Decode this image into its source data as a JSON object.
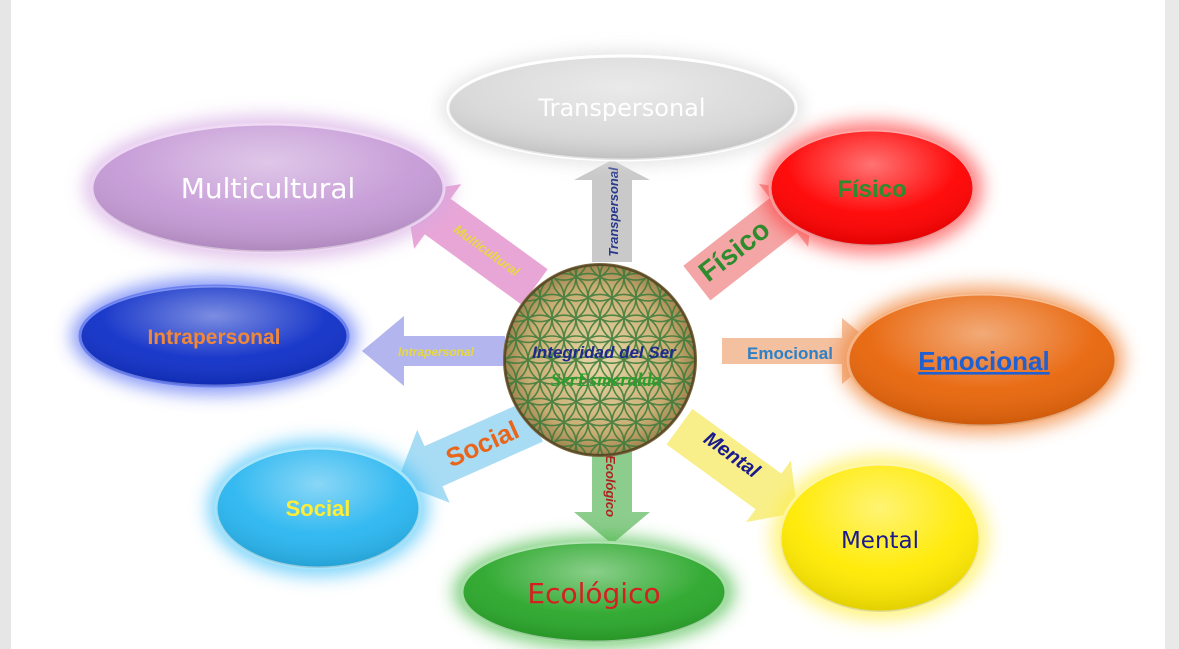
{
  "center": {
    "title": "Integridad del Ser",
    "subtitle": "SerEsmeralda"
  },
  "nodes": [
    {
      "id": "transpersonal",
      "label": "Transpersonal",
      "fill": "#d9d9d9",
      "text_color": "#ffffff",
      "arrow_label": "Transpersonal",
      "arrow_color": "#c9c9c9",
      "arrow_text_color": "#2a3a8c"
    },
    {
      "id": "fisico",
      "label": "Físico",
      "fill": "#ff0000",
      "text_color": "#2e8b2e",
      "arrow_label": "Físico",
      "arrow_color": "#f4a6a6",
      "arrow_text_color": "#2e8b2e"
    },
    {
      "id": "emocional",
      "label": "Emocional",
      "fill": "#e8650a",
      "text_color": "#2060d0",
      "arrow_label": "Emocional",
      "arrow_color": "#f4c1a0",
      "arrow_text_color": "#2d7fc6"
    },
    {
      "id": "mental",
      "label": "Mental",
      "fill": "#ffea00",
      "text_color": "#1a1a8c",
      "arrow_label": "Mental",
      "arrow_color": "#f8ef8a",
      "arrow_text_color": "#1a1a8c"
    },
    {
      "id": "ecologico",
      "label": "Ecológico",
      "fill": "#2aa72a",
      "text_color": "#d42020",
      "arrow_label": "Ecológico",
      "arrow_color": "#8ccc8c",
      "arrow_text_color": "#b02020"
    },
    {
      "id": "social",
      "label": "Social",
      "fill": "#29b6f0",
      "text_color": "#ffee33",
      "arrow_label": "Social",
      "arrow_color": "#a8dcf4",
      "arrow_text_color": "#e8651a"
    },
    {
      "id": "intrapersonal",
      "label": "Intrapersonal",
      "fill": "#1030c8",
      "text_color": "#f0883a",
      "arrow_label": "Intrapersonal",
      "arrow_color": "#b3b6ee",
      "arrow_text_color": "#e8d840"
    },
    {
      "id": "multicultural",
      "label": "Multicultural",
      "fill": "#c59ad6",
      "text_color": "#ffffff",
      "arrow_label": "Multicultural",
      "arrow_color": "#e8a6d6",
      "arrow_text_color": "#e8d840"
    }
  ]
}
